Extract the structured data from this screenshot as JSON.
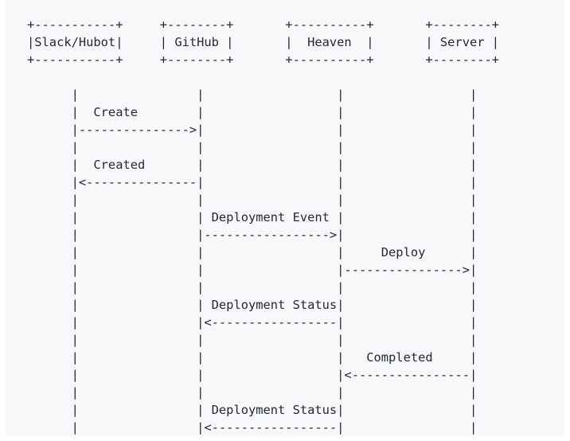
{
  "participants": [
    "Slack/Hubot",
    "GitHub",
    "Heaven",
    "Server"
  ],
  "diagram_lines": [
    "+-----------+     +--------+       +----------+       +--------+",
    "|Slack/Hubot|     | GitHub |       |  Heaven  |       | Server |",
    "+-----------+     +--------+       +----------+       +--------+",
    "",
    "      |                |                  |                 |",
    "      |  Create        |                  |                 |",
    "      |--------------->|                  |                 |",
    "      |                |                  |                 |",
    "      |  Created       |                  |                 |",
    "      |<---------------|                  |                 |",
    "      |                |                  |                 |",
    "      |                | Deployment Event |                 |",
    "      |                |----------------->|                 |",
    "      |                |                  |     Deploy      |",
    "      |                |                  |---------------->|",
    "      |                |                  |                 |",
    "      |                | Deployment Status|                 |",
    "      |                |<-----------------|                 |",
    "      |                |                  |                 |",
    "      |                |                  |   Completed     |",
    "      |                |                  |<----------------|",
    "      |                |                  |                 |",
    "      |                | Deployment Status|                 |",
    "      |                |<-----------------|                 |"
  ]
}
